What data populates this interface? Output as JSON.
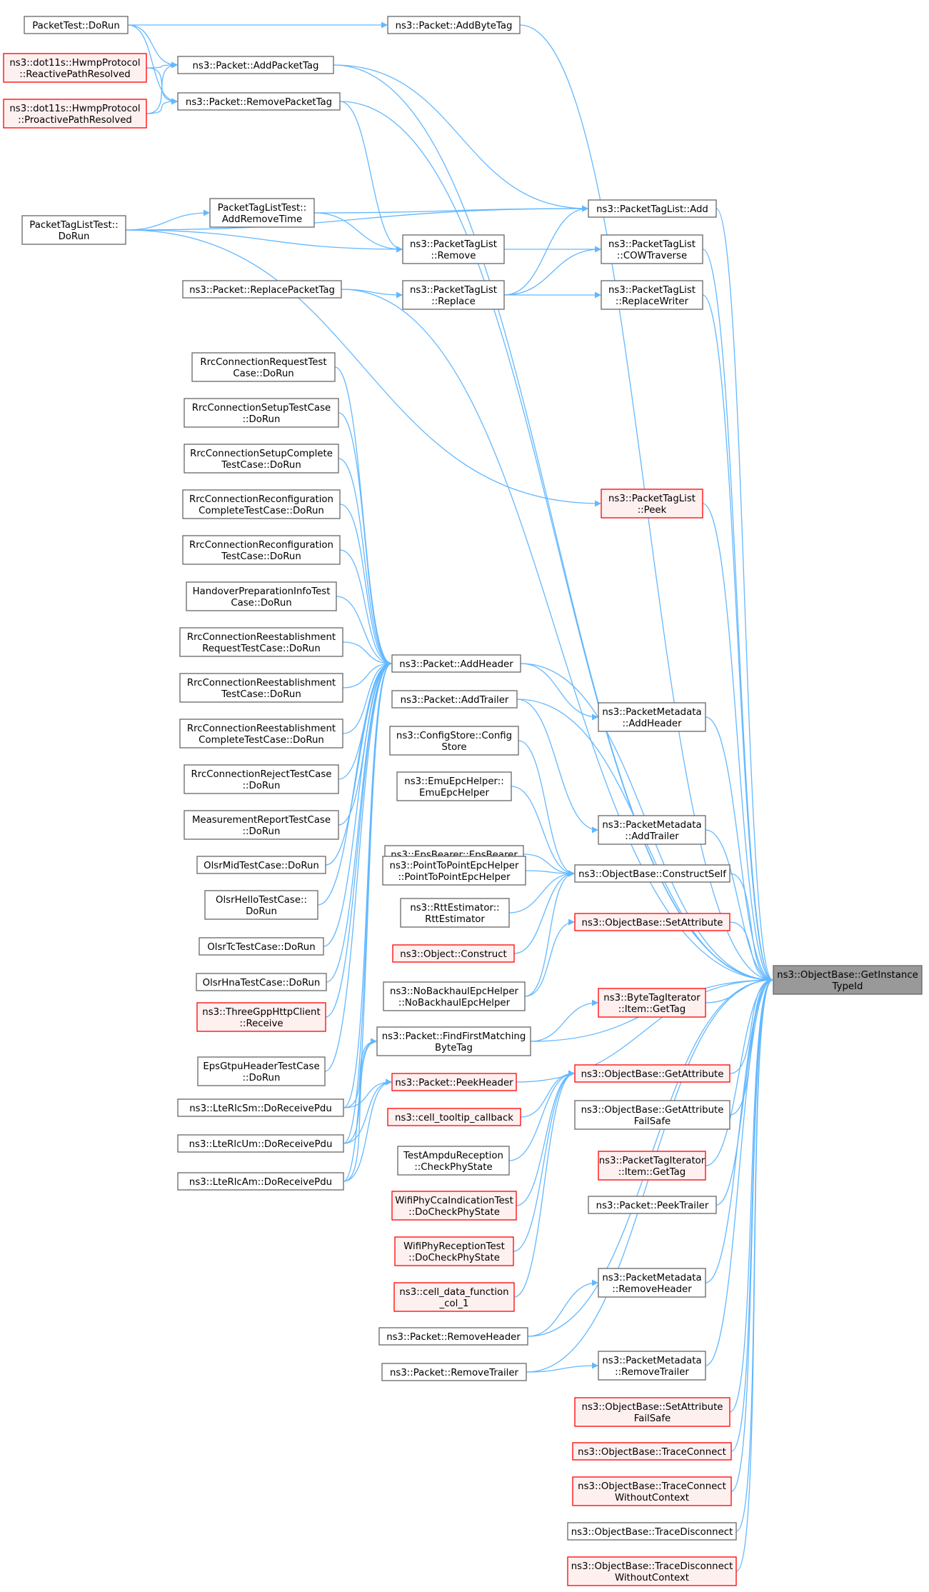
{
  "colors": {
    "edge": "#63b8ff",
    "node_fill": "#ffffff",
    "node_stroke": "#666666",
    "root_fill": "#999999",
    "incomplete_fill": "#fff0f0",
    "incomplete_stroke": "#ff0000",
    "text": "#000000"
  },
  "nodes": [
    {
      "id": "root",
      "lines": [
        "ns3::ObjectBase::GetInstance",
        "TypeId"
      ],
      "style": "root"
    },
    {
      "id": "pt_dorun",
      "lines": [
        "PacketTest::DoRun"
      ],
      "style": "normal"
    },
    {
      "id": "addbytetag",
      "lines": [
        "ns3::Packet::AddByteTag"
      ],
      "style": "normal"
    },
    {
      "id": "reactive",
      "lines": [
        "ns3::dot11s::HwmpProtocol",
        "::ReactivePathResolved"
      ],
      "style": "incomplete"
    },
    {
      "id": "addpackettag",
      "lines": [
        "ns3::Packet::AddPacketTag"
      ],
      "style": "normal"
    },
    {
      "id": "proactive",
      "lines": [
        "ns3::dot11s::HwmpProtocol",
        "::ProactivePathResolved"
      ],
      "style": "incomplete"
    },
    {
      "id": "removepackettag",
      "lines": [
        "ns3::Packet::RemovePacketTag"
      ],
      "style": "normal"
    },
    {
      "id": "ptl_add",
      "lines": [
        "ns3::PacketTagList::Add"
      ],
      "style": "normal"
    },
    {
      "id": "ptlt_addremove",
      "lines": [
        "PacketTagListTest::",
        "AddRemoveTime"
      ],
      "style": "normal"
    },
    {
      "id": "ptlt_dorun",
      "lines": [
        "PacketTagListTest::",
        "DoRun"
      ],
      "style": "normal"
    },
    {
      "id": "ptl_remove",
      "lines": [
        "ns3::PacketTagList",
        "::Remove"
      ],
      "style": "normal"
    },
    {
      "id": "ptl_cow",
      "lines": [
        "ns3::PacketTagList",
        "::COWTraverse"
      ],
      "style": "normal"
    },
    {
      "id": "replacepackettag",
      "lines": [
        "ns3::Packet::ReplacePacketTag"
      ],
      "style": "normal"
    },
    {
      "id": "ptl_replace",
      "lines": [
        "ns3::PacketTagList",
        "::Replace"
      ],
      "style": "normal"
    },
    {
      "id": "ptl_replacewriter",
      "lines": [
        "ns3::PacketTagList",
        "::ReplaceWriter"
      ],
      "style": "normal"
    },
    {
      "id": "rrc_req",
      "lines": [
        "RrcConnectionRequestTest",
        "Case::DoRun"
      ],
      "style": "normal"
    },
    {
      "id": "rrc_setup",
      "lines": [
        "RrcConnectionSetupTestCase",
        "::DoRun"
      ],
      "style": "normal"
    },
    {
      "id": "rrc_setupcomplete",
      "lines": [
        "RrcConnectionSetupComplete",
        "TestCase::DoRun"
      ],
      "style": "normal"
    },
    {
      "id": "ptl_peek",
      "lines": [
        "ns3::PacketTagList",
        "::Peek"
      ],
      "style": "incomplete"
    },
    {
      "id": "rrc_reconfcomplete",
      "lines": [
        "RrcConnectionReconfiguration",
        "CompleteTestCase::DoRun"
      ],
      "style": "normal"
    },
    {
      "id": "rrc_reconf",
      "lines": [
        "RrcConnectionReconfiguration",
        "TestCase::DoRun"
      ],
      "style": "normal"
    },
    {
      "id": "handover",
      "lines": [
        "HandoverPreparationInfoTest",
        "Case::DoRun"
      ],
      "style": "normal"
    },
    {
      "id": "rrc_reestreq",
      "lines": [
        "RrcConnectionReestablishment",
        "RequestTestCase::DoRun"
      ],
      "style": "normal"
    },
    {
      "id": "addheader",
      "lines": [
        "ns3::Packet::AddHeader"
      ],
      "style": "normal"
    },
    {
      "id": "rrc_reest",
      "lines": [
        "RrcConnectionReestablishment",
        "TestCase::DoRun"
      ],
      "style": "normal"
    },
    {
      "id": "addtrailer",
      "lines": [
        "ns3::Packet::AddTrailer"
      ],
      "style": "normal"
    },
    {
      "id": "pm_addheader",
      "lines": [
        "ns3::PacketMetadata",
        "::AddHeader"
      ],
      "style": "normal"
    },
    {
      "id": "rrc_reestcomplete",
      "lines": [
        "RrcConnectionReestablishment",
        "CompleteTestCase::DoRun"
      ],
      "style": "normal"
    },
    {
      "id": "configstore",
      "lines": [
        "ns3::ConfigStore::Config",
        "Store"
      ],
      "style": "normal"
    },
    {
      "id": "rrc_reject",
      "lines": [
        "RrcConnectionRejectTestCase",
        "::DoRun"
      ],
      "style": "normal"
    },
    {
      "id": "emuepc",
      "lines": [
        "ns3::EmuEpcHelper::",
        "EmuEpcHelper"
      ],
      "style": "normal"
    },
    {
      "id": "measreport",
      "lines": [
        "MeasurementReportTestCase",
        "::DoRun"
      ],
      "style": "normal"
    },
    {
      "id": "pm_addtrailer",
      "lines": [
        "ns3::PacketMetadata",
        "::AddTrailer"
      ],
      "style": "normal"
    },
    {
      "id": "epsbearer",
      "lines": [
        "ns3::EpsBearer::EpsBearer"
      ],
      "style": "normal"
    },
    {
      "id": "olsrmid",
      "lines": [
        "OlsrMidTestCase::DoRun"
      ],
      "style": "normal"
    },
    {
      "id": "p2pepc",
      "lines": [
        "ns3::PointToPointEpcHelper",
        "::PointToPointEpcHelper"
      ],
      "style": "normal"
    },
    {
      "id": "constructself",
      "lines": [
        "ns3::ObjectBase::ConstructSelf"
      ],
      "style": "normal"
    },
    {
      "id": "olsrhello",
      "lines": [
        "OlsrHelloTestCase::",
        "DoRun"
      ],
      "style": "normal"
    },
    {
      "id": "rttest",
      "lines": [
        "ns3::RttEstimator::",
        "RttEstimator"
      ],
      "style": "normal"
    },
    {
      "id": "setattribute",
      "lines": [
        "ns3::ObjectBase::SetAttribute"
      ],
      "style": "incomplete"
    },
    {
      "id": "olsrtc",
      "lines": [
        "OlsrTcTestCase::DoRun"
      ],
      "style": "normal"
    },
    {
      "id": "objconstruct",
      "lines": [
        "ns3::Object::Construct"
      ],
      "style": "incomplete"
    },
    {
      "id": "olsrhna",
      "lines": [
        "OlsrHnaTestCase::DoRun"
      ],
      "style": "normal"
    },
    {
      "id": "nobackhaul",
      "lines": [
        "ns3::NoBackhaulEpcHelper",
        "::NoBackhaulEpcHelper"
      ],
      "style": "normal"
    },
    {
      "id": "bti_gettag",
      "lines": [
        "ns3::ByteTagIterator",
        "::Item::GetTag"
      ],
      "style": "incomplete"
    },
    {
      "id": "threegpp",
      "lines": [
        "ns3::ThreeGppHttpClient",
        "::Receive"
      ],
      "style": "incomplete"
    },
    {
      "id": "findfirst",
      "lines": [
        "ns3::Packet::FindFirstMatching",
        "ByteTag"
      ],
      "style": "normal"
    },
    {
      "id": "epsgtpu",
      "lines": [
        "EpsGtpuHeaderTestCase",
        "::DoRun"
      ],
      "style": "normal"
    },
    {
      "id": "peekheader",
      "lines": [
        "ns3::Packet::PeekHeader"
      ],
      "style": "incomplete"
    },
    {
      "id": "getattribute",
      "lines": [
        "ns3::ObjectBase::GetAttribute"
      ],
      "style": "incomplete"
    },
    {
      "id": "rlcsm",
      "lines": [
        "ns3::LteRlcSm::DoReceivePdu"
      ],
      "style": "normal"
    },
    {
      "id": "celltooltip",
      "lines": [
        "ns3::cell_tooltip_callback"
      ],
      "style": "incomplete"
    },
    {
      "id": "getattrfs",
      "lines": [
        "ns3::ObjectBase::GetAttribute",
        "FailSafe"
      ],
      "style": "normal"
    },
    {
      "id": "rlcum",
      "lines": [
        "ns3::LteRlcUm::DoReceivePdu"
      ],
      "style": "normal"
    },
    {
      "id": "ampdu",
      "lines": [
        "TestAmpduReception",
        "::CheckPhyState"
      ],
      "style": "normal"
    },
    {
      "id": "pti_gettag",
      "lines": [
        "ns3::PacketTagIterator",
        "::Item::GetTag"
      ],
      "style": "incomplete"
    },
    {
      "id": "rlcam",
      "lines": [
        "ns3::LteRlcAm::DoReceivePdu"
      ],
      "style": "normal"
    },
    {
      "id": "cca",
      "lines": [
        "WifiPhyCcaIndicationTest",
        "::DoCheckPhyState"
      ],
      "style": "incomplete"
    },
    {
      "id": "peektrailer",
      "lines": [
        "ns3::Packet::PeekTrailer"
      ],
      "style": "normal"
    },
    {
      "id": "wifirecep",
      "lines": [
        "WifiPhyReceptionTest",
        "::DoCheckPhyState"
      ],
      "style": "incomplete"
    },
    {
      "id": "celldata",
      "lines": [
        "ns3::cell_data_function",
        "_col_1"
      ],
      "style": "incomplete"
    },
    {
      "id": "pm_removeheader",
      "lines": [
        "ns3::PacketMetadata",
        "::RemoveHeader"
      ],
      "style": "normal"
    },
    {
      "id": "removeheader",
      "lines": [
        "ns3::Packet::RemoveHeader"
      ],
      "style": "normal"
    },
    {
      "id": "pm_removetrailer",
      "lines": [
        "ns3::PacketMetadata",
        "::RemoveTrailer"
      ],
      "style": "normal"
    },
    {
      "id": "removetrailer",
      "lines": [
        "ns3::Packet::RemoveTrailer"
      ],
      "style": "normal"
    },
    {
      "id": "setattrfs",
      "lines": [
        "ns3::ObjectBase::SetAttribute",
        "FailSafe"
      ],
      "style": "incomplete"
    },
    {
      "id": "traceconnect",
      "lines": [
        "ns3::ObjectBase::TraceConnect"
      ],
      "style": "incomplete"
    },
    {
      "id": "traceconnectwc",
      "lines": [
        "ns3::ObjectBase::TraceConnect",
        "WithoutContext"
      ],
      "style": "incomplete"
    },
    {
      "id": "tracedisconnect",
      "lines": [
        "ns3::ObjectBase::TraceDisconnect"
      ],
      "style": "normal"
    },
    {
      "id": "tracedisconnectwc",
      "lines": [
        "ns3::ObjectBase::TraceDisconnect",
        "WithoutContext"
      ],
      "style": "incomplete"
    }
  ],
  "edges": [
    [
      "addbytetag",
      "root"
    ],
    [
      "addpackettag",
      "root"
    ],
    [
      "removepackettag",
      "root"
    ],
    [
      "ptl_add",
      "root"
    ],
    [
      "ptl_cow",
      "root"
    ],
    [
      "ptl_replacewriter",
      "root"
    ],
    [
      "replacepackettag",
      "root"
    ],
    [
      "ptl_peek",
      "root"
    ],
    [
      "addheader",
      "root"
    ],
    [
      "addtrailer",
      "root"
    ],
    [
      "pm_addheader",
      "root"
    ],
    [
      "pm_addtrailer",
      "root"
    ],
    [
      "constructself",
      "root"
    ],
    [
      "setattribute",
      "root"
    ],
    [
      "findfirst",
      "root"
    ],
    [
      "bti_gettag",
      "root"
    ],
    [
      "peekheader",
      "root"
    ],
    [
      "getattribute",
      "root"
    ],
    [
      "getattrfs",
      "root"
    ],
    [
      "pti_gettag",
      "root"
    ],
    [
      "peektrailer",
      "root"
    ],
    [
      "removeheader",
      "root"
    ],
    [
      "pm_removeheader",
      "root"
    ],
    [
      "removetrailer",
      "root"
    ],
    [
      "pm_removetrailer",
      "root"
    ],
    [
      "setattrfs",
      "root"
    ],
    [
      "traceconnect",
      "root"
    ],
    [
      "traceconnectwc",
      "root"
    ],
    [
      "tracedisconnect",
      "root"
    ],
    [
      "tracedisconnectwc",
      "root"
    ],
    [
      "pt_dorun",
      "addbytetag"
    ],
    [
      "pt_dorun",
      "addpackettag"
    ],
    [
      "pt_dorun",
      "removepackettag"
    ],
    [
      "reactive",
      "addpackettag"
    ],
    [
      "reactive",
      "removepackettag"
    ],
    [
      "proactive",
      "addpackettag"
    ],
    [
      "proactive",
      "removepackettag"
    ],
    [
      "addpackettag",
      "ptl_add"
    ],
    [
      "removepackettag",
      "ptl_remove"
    ],
    [
      "ptlt_dorun",
      "ptl_add"
    ],
    [
      "ptlt_dorun",
      "ptlt_addremove"
    ],
    [
      "ptlt_dorun",
      "ptl_remove"
    ],
    [
      "ptlt_dorun",
      "ptl_peek"
    ],
    [
      "ptlt_addremove",
      "ptl_add"
    ],
    [
      "ptlt_addremove",
      "ptl_remove"
    ],
    [
      "ptl_remove",
      "ptl_cow"
    ],
    [
      "ptl_replace",
      "ptl_add"
    ],
    [
      "ptl_replace",
      "ptl_cow"
    ],
    [
      "ptl_replace",
      "ptl_replacewriter"
    ],
    [
      "replacepackettag",
      "ptl_replace"
    ],
    [
      "rrc_req",
      "addheader"
    ],
    [
      "rrc_setup",
      "addheader"
    ],
    [
      "rrc_setupcomplete",
      "addheader"
    ],
    [
      "rrc_reconfcomplete",
      "addheader"
    ],
    [
      "rrc_reconf",
      "addheader"
    ],
    [
      "handover",
      "addheader"
    ],
    [
      "rrc_reestreq",
      "addheader"
    ],
    [
      "rrc_reest",
      "addheader"
    ],
    [
      "rrc_reestcomplete",
      "addheader"
    ],
    [
      "rrc_reject",
      "addheader"
    ],
    [
      "measreport",
      "addheader"
    ],
    [
      "olsrmid",
      "addheader"
    ],
    [
      "olsrhello",
      "addheader"
    ],
    [
      "olsrtc",
      "addheader"
    ],
    [
      "olsrhna",
      "addheader"
    ],
    [
      "threegpp",
      "addheader"
    ],
    [
      "epsgtpu",
      "addheader"
    ],
    [
      "rlcsm",
      "addheader"
    ],
    [
      "rlcum",
      "addheader"
    ],
    [
      "rlcam",
      "addheader"
    ],
    [
      "addheader",
      "pm_addheader"
    ],
    [
      "addtrailer",
      "pm_addtrailer"
    ],
    [
      "configstore",
      "constructself"
    ],
    [
      "emuepc",
      "constructself"
    ],
    [
      "epsbearer",
      "constructself"
    ],
    [
      "p2pepc",
      "constructself"
    ],
    [
      "rttest",
      "constructself"
    ],
    [
      "objconstruct",
      "constructself"
    ],
    [
      "nobackhaul",
      "constructself"
    ],
    [
      "nobackhaul",
      "setattribute"
    ],
    [
      "findfirst",
      "bti_gettag"
    ],
    [
      "rlcsm",
      "findfirst"
    ],
    [
      "rlcum",
      "findfirst"
    ],
    [
      "rlcam",
      "findfirst"
    ],
    [
      "rlcsm",
      "peekheader"
    ],
    [
      "rlcum",
      "peekheader"
    ],
    [
      "rlcam",
      "peekheader"
    ],
    [
      "celltooltip",
      "getattribute"
    ],
    [
      "ampdu",
      "getattribute"
    ],
    [
      "cca",
      "getattribute"
    ],
    [
      "wifirecep",
      "getattribute"
    ],
    [
      "celldata",
      "getattribute"
    ],
    [
      "removeheader",
      "pm_removeheader"
    ],
    [
      "removetrailer",
      "pm_removetrailer"
    ]
  ]
}
